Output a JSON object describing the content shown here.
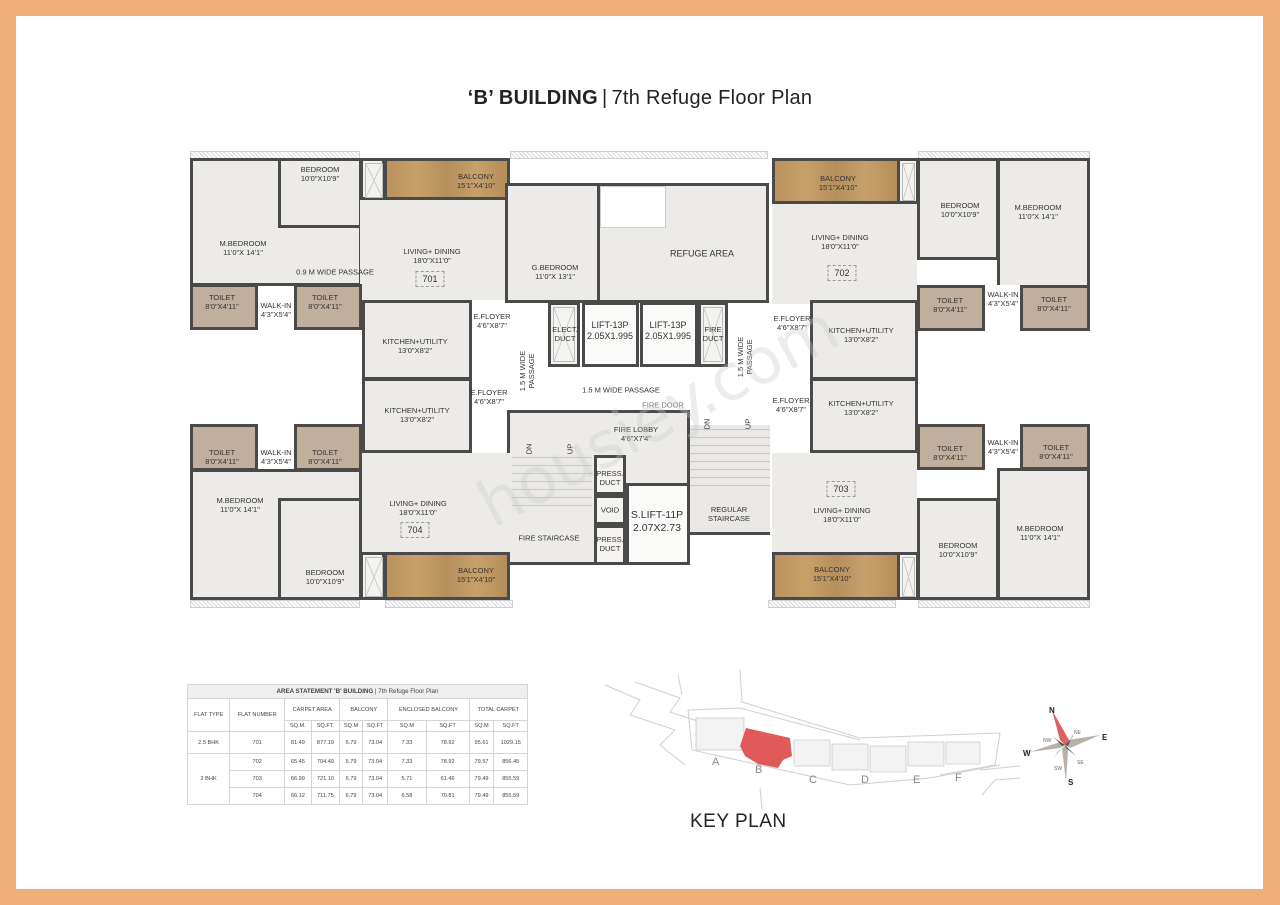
{
  "title": {
    "building": "‘B’ BUILDING",
    "separator": "|",
    "subtitle": "7th Refuge Floor Plan"
  },
  "colors": {
    "frame": "#F0AF76",
    "balcony": "#C09A66",
    "toilet": "#BFAF9C",
    "floor": "#ECEBE7",
    "wall": "#4A4A4A",
    "highlight": "#E05A5A"
  },
  "flats": {
    "f701": {
      "number": "701",
      "rooms": {
        "bedroom": {
          "name": "BEDROOM",
          "size": "10'0\"X10'9\""
        },
        "balcony": {
          "name": "BALCONY",
          "size": "15'1\"X4'10\""
        },
        "mbedroom": {
          "name": "M.BEDROOM",
          "size": "11'0\"X 14'1\""
        },
        "living": {
          "name": "LIVING+ DINING",
          "size": "18'0\"X11'0\""
        },
        "passage": {
          "name": "0.9 M WIDE PASSAGE"
        },
        "toilet1": {
          "name": "TOILET",
          "size": "8'0\"X4'11\""
        },
        "walkin": {
          "name": "WALK-IN",
          "size": "4'3\"X5'4\""
        },
        "toilet2": {
          "name": "TOILET",
          "size": "8'0\"X4'11\""
        },
        "kitchen": {
          "name": "KITCHEN+UTILITY",
          "size": "13'0\"X8'2\""
        },
        "efloyer": {
          "name": "E.FLOYER",
          "size": "4'6\"X8'7\""
        },
        "gbedroom": {
          "name": "G.BEDROOM",
          "size": "11'0\"X 13'1\""
        }
      }
    },
    "f702": {
      "number": "702",
      "rooms": {
        "balcony": {
          "name": "BALCONY",
          "size": "15'1\"X4'10\""
        },
        "bedroom": {
          "name": "BEDROOM",
          "size": "10'0\"X10'9\""
        },
        "mbedroom": {
          "name": "M.BEDROOM",
          "size": "11'0\"X 14'1\""
        },
        "living": {
          "name": "LIVING+ DINING",
          "size": "18'0\"X11'0\""
        },
        "toilet1": {
          "name": "TOILET",
          "size": "8'0\"X4'11\""
        },
        "walkin": {
          "name": "WALK-IN",
          "size": "4'3\"X5'4\""
        },
        "toilet2": {
          "name": "TOILET",
          "size": "8'0\"X4'11\""
        },
        "efloyer": {
          "name": "E.FLOYER",
          "size": "4'6\"X8'7\""
        },
        "kitchen": {
          "name": "KITCHEN+UTILITY",
          "size": "13'0\"X8'2\""
        }
      }
    },
    "f703": {
      "number": "703",
      "rooms": {
        "efloyer": {
          "name": "E.FLOYER",
          "size": "4'6\"X8'7\""
        },
        "kitchen": {
          "name": "KITCHEN+UTILITY",
          "size": "13'0\"X8'2\""
        },
        "toilet1": {
          "name": "TOILET",
          "size": "8'0\"X4'11\""
        },
        "walkin": {
          "name": "WALK-IN",
          "size": "4'3\"X5'4\""
        },
        "toilet2": {
          "name": "TOILET",
          "size": "8'0\"X4'11\""
        },
        "living": {
          "name": "LIVING+ DINING",
          "size": "18'0\"X11'0\""
        },
        "mbedroom": {
          "name": "M.BEDROOM",
          "size": "11'0\"X 14'1\""
        },
        "bedroom": {
          "name": "BEDROOM",
          "size": "10'0\"X10'9\""
        },
        "balcony": {
          "name": "BALCONY",
          "size": "15'1\"X4'10\""
        }
      }
    },
    "f704": {
      "number": "704",
      "rooms": {
        "kitchen": {
          "name": "KITCHEN+UTILITY",
          "size": "13'0\"X8'2\""
        },
        "efloyer": {
          "name": "E.FLOYER",
          "size": "4'6\"X8'7\""
        },
        "toilet1": {
          "name": "TOILET",
          "size": "8'0\"X4'11\""
        },
        "walkin": {
          "name": "WALK-IN",
          "size": "4'3\"X5'4\""
        },
        "toilet2": {
          "name": "TOILET",
          "size": "8'0\"X4'11\""
        },
        "mbedroom": {
          "name": "M.BEDROOM",
          "size": "11'0\"X 14'1\""
        },
        "living": {
          "name": "LIVING+ DINING",
          "size": "18'0\"X11'0\""
        },
        "bedroom": {
          "name": "BEDROOM",
          "size": "10'0\"X10'9\""
        },
        "balcony": {
          "name": "BALCONY",
          "size": "15'1\"X4'10\""
        }
      }
    }
  },
  "core": {
    "refuge": "REFUGE AREA",
    "elect_duct": [
      "ELECT.",
      "DUCT"
    ],
    "lift1": {
      "name": "LIFT-13P",
      "size": "2.05X1.995"
    },
    "lift2": {
      "name": "LIFT-13P",
      "size": "2.05X1.995"
    },
    "fire_duct": [
      "FIRE",
      "DUCT"
    ],
    "passage_h": "1.5 M WIDE PASSAGE",
    "passage_v_left": [
      "1.5 M WIDE",
      "PASSAGE"
    ],
    "passage_v_right": [
      "1.5 M WIDE",
      "PASSAGE"
    ],
    "fire_door": "FIRE DOOR",
    "fire_lobby": {
      "name": "FIRE LOBBY",
      "size": "4'6\"X7'4\""
    },
    "press_duct1": [
      "PRESS.",
      "DUCT"
    ],
    "void": "VOID",
    "press_duct2": [
      "PRESS.",
      "DUCT"
    ],
    "service_lift": {
      "name": "S.LIFT-11P",
      "size": "2.07X2.73"
    },
    "fire_staircase": "FIRE STAIRCASE",
    "regular_staircase": [
      "REGULAR",
      "STAIRCASE"
    ],
    "dn": "DN",
    "up": "UP"
  },
  "watermark": "housiey.com",
  "area_statement": {
    "title_bold": "AREA STATEMENT 'B' BUILDING",
    "title_rest": " | 7th Refuge Floor Plan",
    "headers": {
      "flat_type": "FLAT TYPE",
      "flat_number": "FLAT NUMBER",
      "carpet": "CARPET AREA",
      "balcony": "BALCONY",
      "enclosed": "ENCLOSED BALCONY",
      "total": "TOTAL CARPET"
    },
    "subheaders": [
      "SQ.M.",
      "SQ.FT.",
      "SQ.M",
      "SQ.FT",
      "SQ.M",
      "SQ.FT",
      "SQ.M",
      "SQ.FT"
    ],
    "types": [
      "2.5 BHK",
      "2 BHK"
    ],
    "rows": [
      {
        "flat": "701",
        "carpet_sqm": "81.49",
        "carpet_sqft": "877.19",
        "bal_sqm": "6.79",
        "bal_sqft": "73.04",
        "enc_sqm": "7.33",
        "enc_sqft": "78.92",
        "tot_sqm": "95.61",
        "tot_sqft": "1029.15"
      },
      {
        "flat": "702",
        "carpet_sqm": "65.45",
        "carpet_sqft": "704.49",
        "bal_sqm": "6.79",
        "bal_sqft": "73.04",
        "enc_sqm": "7.33",
        "enc_sqft": "78.92",
        "tot_sqm": "79.57",
        "tot_sqft": "856.45"
      },
      {
        "flat": "703",
        "carpet_sqm": "66.99",
        "carpet_sqft": "721.10",
        "bal_sqm": "6.79",
        "bal_sqft": "73.04",
        "enc_sqm": "5.71",
        "enc_sqft": "61.46",
        "tot_sqm": "79.49",
        "tot_sqft": "855.59"
      },
      {
        "flat": "704",
        "carpet_sqm": "66.12",
        "carpet_sqft": "711.75",
        "bal_sqm": "6.79",
        "bal_sqft": "73.04",
        "enc_sqm": "6.58",
        "enc_sqft": "70.81",
        "tot_sqm": "79.49",
        "tot_sqft": "855.59"
      }
    ]
  },
  "key_plan": {
    "title": "KEY PLAN",
    "buildings": [
      "A",
      "B",
      "C",
      "D",
      "E",
      "F"
    ],
    "highlighted": "B",
    "compass": {
      "n": "N",
      "s": "S",
      "e": "E",
      "w": "W",
      "ne": "NE",
      "nw": "NW",
      "se": "SE",
      "sw": "SW"
    }
  }
}
